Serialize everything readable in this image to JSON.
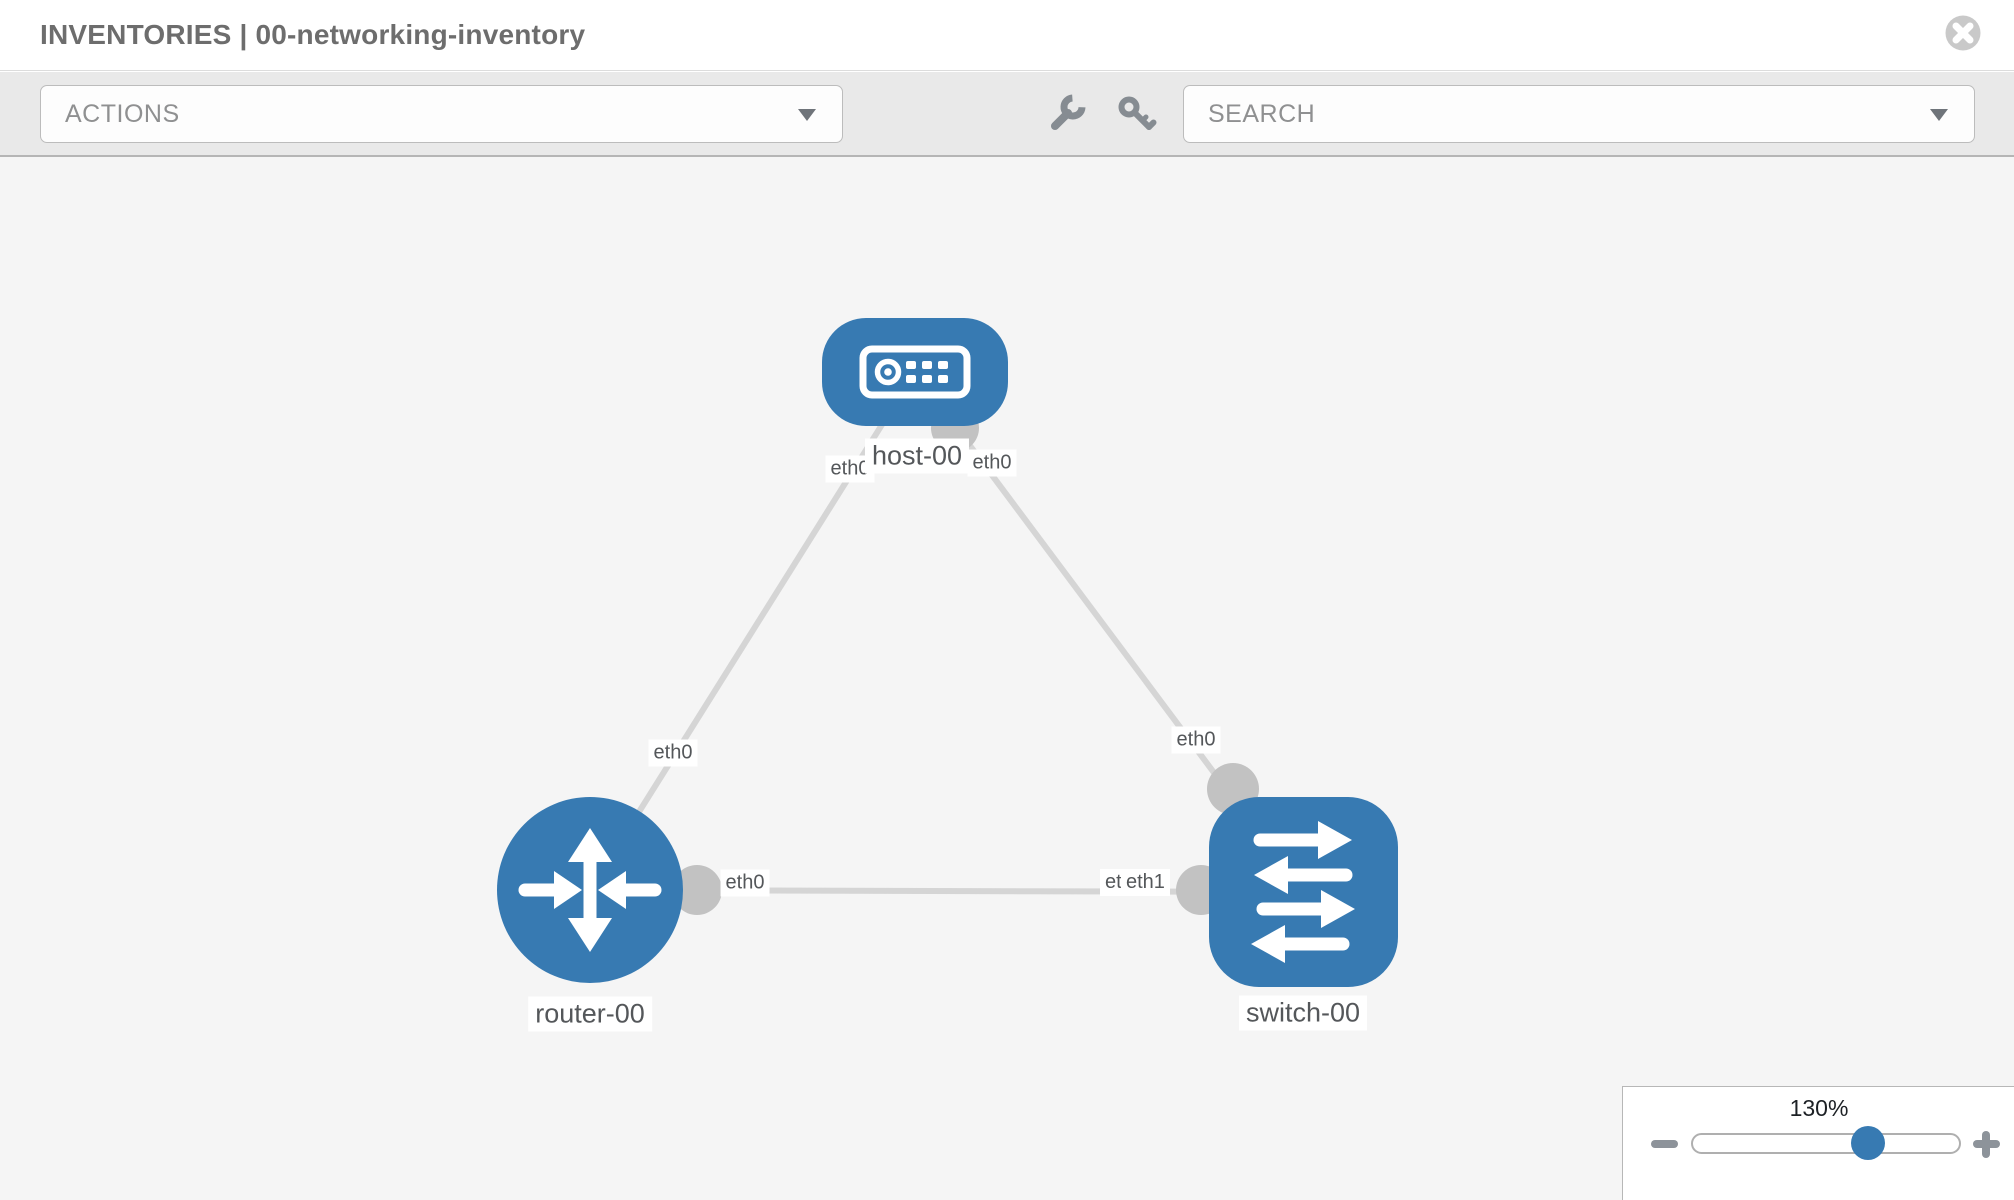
{
  "header": {
    "title": "INVENTORIES | 00-networking-inventory"
  },
  "toolbar": {
    "actions_label": "ACTIONS",
    "search_label": "SEARCH",
    "icons": [
      "wrench-icon",
      "key-icon"
    ]
  },
  "topology": {
    "nodes": [
      {
        "label": "host-00",
        "type": "host"
      },
      {
        "label": "router-00",
        "type": "router"
      },
      {
        "label": "switch-00",
        "type": "switch"
      }
    ],
    "links": [
      {
        "from": "host-00",
        "to": "router-00",
        "from_if": "eth0",
        "to_if": "eth0"
      },
      {
        "from": "host-00",
        "to": "switch-00",
        "from_if": "eth0",
        "to_if": "eth0"
      },
      {
        "from": "router-00",
        "to": "switch-00",
        "from_if": "eth0",
        "to_if": "eth1",
        "to_if_overlapped": "eth0"
      }
    ]
  },
  "zoom": {
    "level": "130%",
    "out_icon": "minus",
    "in_icon": "plus"
  },
  "colors": {
    "node_blue": "#377ab2",
    "link_gray": "#d5d5d5",
    "interface_gray": "#c2c2c2",
    "canvas_bg": "#f5f5f5",
    "toolbar_bg": "#e9e9e9",
    "slider_handle_blue": "#377ab2"
  }
}
